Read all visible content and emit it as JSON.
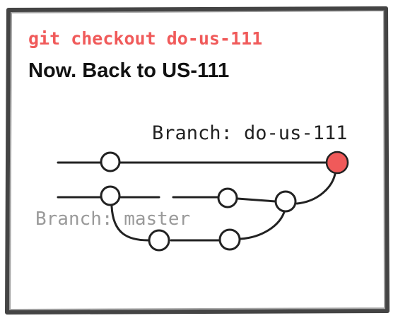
{
  "header": {
    "command": "git checkout do-us-111",
    "caption": "Now. Back to US-111"
  },
  "diagram": {
    "branch_labels": {
      "feature": "Branch: do-us-111",
      "master": "Branch: master"
    },
    "colors": {
      "frame": "#444444",
      "line": "#222222",
      "commit_fill": "#ffffff",
      "head_fill": "#f05a5a",
      "master_label": "#9a9a9a",
      "command": "#f05a5a"
    }
  }
}
